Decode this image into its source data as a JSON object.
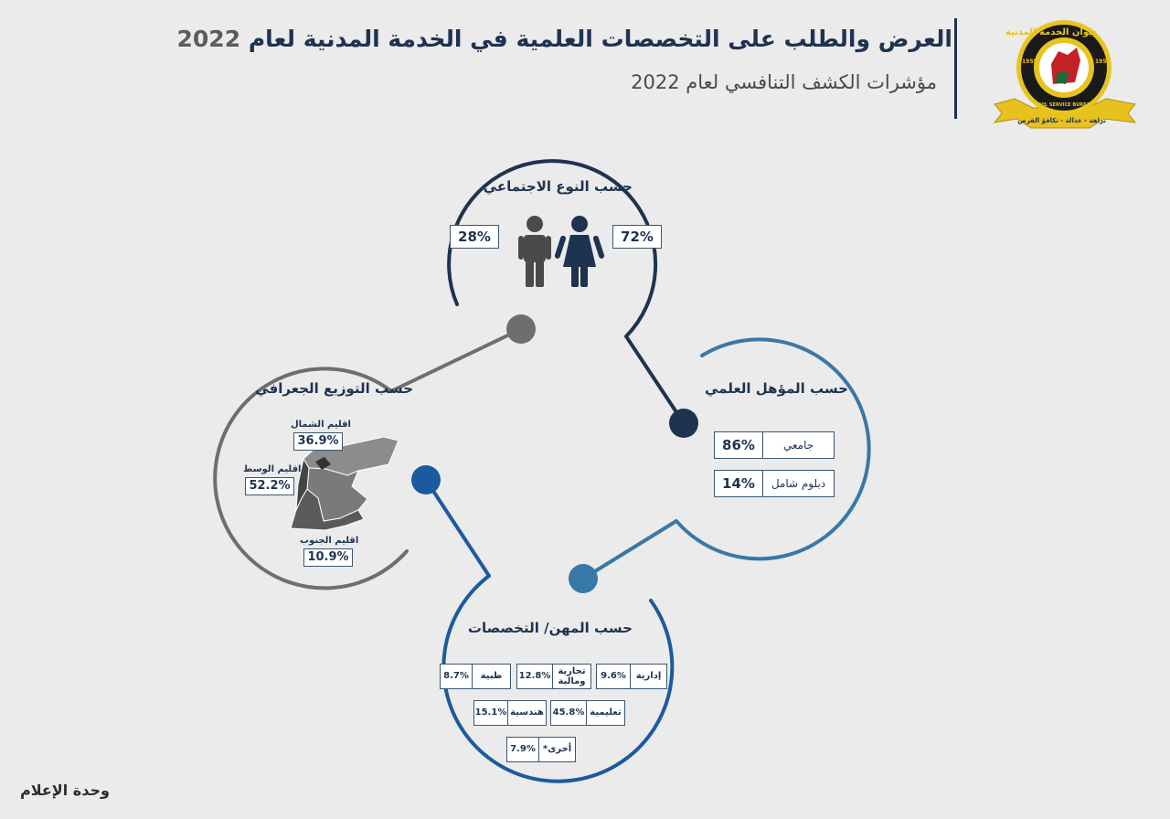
{
  "header": {
    "title": "العرض والطلب على التخصصات العلمية في الخدمة المدنية لعام",
    "title_year": "2022",
    "subtitle": "مؤشرات الكشف التنافسي لعام 2022"
  },
  "logo": {
    "arc_text": "ديوان الخدمة المدنية",
    "side_en": "CIVIL SERVICE BUREAU",
    "year_left": "1955",
    "year_right": "1955",
    "banner": "نزاهة - عدالة - تكافؤ الفرص"
  },
  "gender": {
    "title": "حسب  النوع الاجتماعي",
    "male_pct": "28%",
    "female_pct": "72%"
  },
  "qualification": {
    "title": "حسب المؤهل العلمي",
    "rows": [
      {
        "pct": "86%",
        "label": "جامعي"
      },
      {
        "pct": "14%",
        "label": "دبلوم شامل"
      }
    ]
  },
  "geo": {
    "title": "حسب التوزيع الجعرافي",
    "regions": [
      {
        "name": "اقليم الشمال",
        "pct": "36.9%"
      },
      {
        "name": "اقليم الوسط",
        "pct": "52.2%"
      },
      {
        "name": "اقليم الجنوب",
        "pct": "10.9%"
      }
    ]
  },
  "professions": {
    "title": "حسب المهن/ التخصصات",
    "items": [
      {
        "pct": "9.6%",
        "label": "إدارية"
      },
      {
        "pct": "12.8%",
        "label": "تجارية ومالية"
      },
      {
        "pct": "8.7%",
        "label": "طبية"
      },
      {
        "pct": "45.8%",
        "label": "تعليمية"
      },
      {
        "pct": "15.1%",
        "label": "هندسية"
      },
      {
        "pct": "7.9%",
        "label": "أخرى*"
      }
    ]
  },
  "footer": {
    "text": "وحدة الإعلام"
  },
  "colors": {
    "navy": "#1e3350",
    "steel_blue": "#3878a8",
    "royal_blue": "#1c5a9e",
    "gray": "#6e6e6e",
    "gold": "#e7c21f",
    "crest_red": "#c42126"
  }
}
